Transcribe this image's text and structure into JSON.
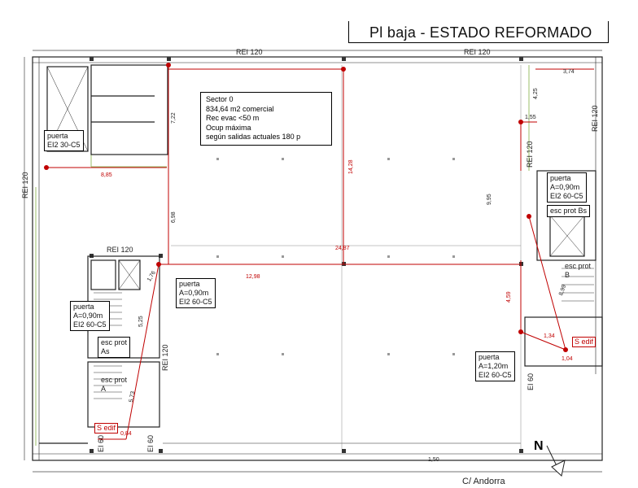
{
  "title": "Pl baja - ESTADO REFORMADO",
  "sector": {
    "name": "Sector 0",
    "area": "834,64 m2 comercial",
    "evac": "Rec evac <50 m",
    "ocup_title": "Ocup máxima",
    "ocup": "según salidas actuales 180 p"
  },
  "wall_labels": {
    "top_left": "REI 120",
    "top_right": "REI 120",
    "left": "REI 120",
    "stair_top": "REI 120",
    "stair_right": "REI 120",
    "right_upper": "REI 120",
    "right_mid": "REI 120"
  },
  "doors": {
    "elevator": {
      "l1": "puerta",
      "l2": "EI2 30-C5"
    },
    "stair_left": {
      "l1": "puerta",
      "l2": "A=0,90m",
      "l3": "EI2 60-C5"
    },
    "center": {
      "l1": "puerta",
      "l2": "A=0,90m",
      "l3": "EI2 60-C5"
    },
    "right_upper": {
      "l1": "puerta",
      "l2": "A=0,90m",
      "l3": "EI2 60-C5"
    },
    "right_lower": {
      "l1": "puerta",
      "l2": "A=1,20m",
      "l3": "EI2 60-C5"
    }
  },
  "stairs": {
    "as": {
      "l1": "esc prot",
      "l2": "As"
    },
    "a": {
      "l1": "esc prot",
      "l2": "A"
    },
    "bs": "esc prot Bs",
    "b": {
      "l1": "esc prot",
      "l2": "B"
    }
  },
  "exits": {
    "left": "S edif",
    "right": "S edif"
  },
  "ei60": {
    "left1": "EI 60",
    "left2": "EI 60",
    "right": "EI 60"
  },
  "dimensions": {
    "d885": "8,85",
    "d722": "7,22",
    "d1428": "14,28",
    "d698": "6,98",
    "d2487": "24,87",
    "d1298": "12,98",
    "d995": "9,95",
    "d374": "3,74",
    "d425": "4,25",
    "d155": "1,55",
    "d459": "4,59",
    "d899": "8,99",
    "d525": "5,25",
    "d573": "5,73",
    "d176": "1,76",
    "d134": "1,34",
    "d104": "1,04",
    "d150": "1,50",
    "d84": "0,84"
  },
  "street": "C/ Andorra",
  "north": "N",
  "colors": {
    "route": "#c00000",
    "wall": "#222222",
    "green": "#9bbf6a"
  }
}
